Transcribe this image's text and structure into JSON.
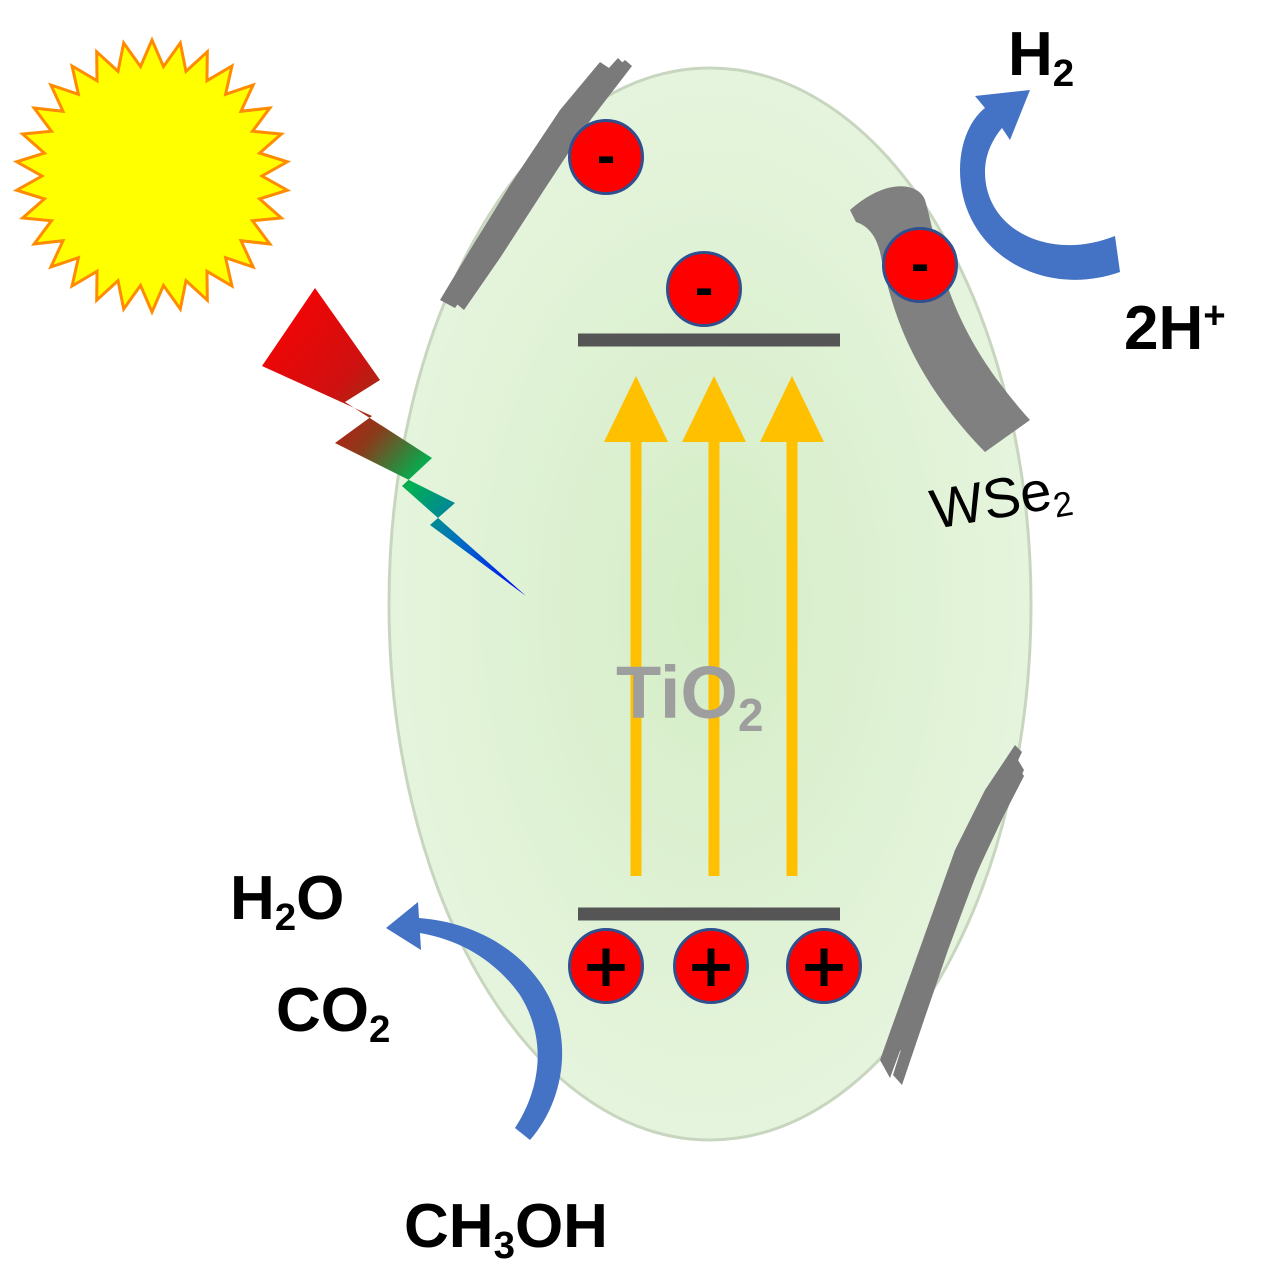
{
  "labels": {
    "catalyst": "TiO",
    "catalyst_sub": "2",
    "cocatalyst": "WSe",
    "cocatalyst_sub": "2",
    "product_h2": "H",
    "product_h2_sub": "2",
    "reactant_proton_prefix": "2H",
    "reactant_proton_sup": "+",
    "product_water_pre": "H",
    "product_water_sub": "2",
    "product_water_post": "O",
    "product_co2_pre": "CO",
    "product_co2_sub": "2",
    "reactant_methanol_pre": "CH",
    "reactant_methanol_sub": "3",
    "reactant_methanol_post": "OH"
  },
  "charges": {
    "electron_symbol": "-",
    "hole_symbol": "+"
  },
  "colors": {
    "particle_fill": "#e2f4d8",
    "band_line": "#555555",
    "excitation_arrow": "#ffc000",
    "charge_fill": "#ff0000",
    "reaction_arrow": "#4472c4",
    "sheet": "#7f7f7f",
    "sun": "#ffff00",
    "sun_outline": "#ff8c00"
  },
  "icons": [
    "sun-icon",
    "light-bolt-icon"
  ]
}
